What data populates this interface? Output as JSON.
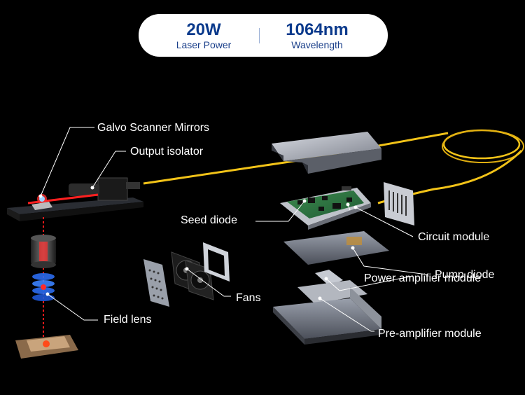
{
  "specs": [
    {
      "value": "20W",
      "label": "Laser Power"
    },
    {
      "value": "1064nm",
      "label": "Wavelength"
    }
  ],
  "labels": {
    "galvo": "Galvo Scanner Mirrors",
    "isolator": "Output isolator",
    "seed": "Seed diode",
    "circuit": "Circuit module",
    "pump": "Pump diode",
    "power_amp": "Power amplifier module",
    "fans": "Fans",
    "field_lens": "Field lens",
    "pre_amp": "Pre-amplifier module"
  },
  "colors": {
    "fiber": "#f2c318",
    "beam": "#ff2222",
    "spec_text": "#0b3a8c"
  }
}
